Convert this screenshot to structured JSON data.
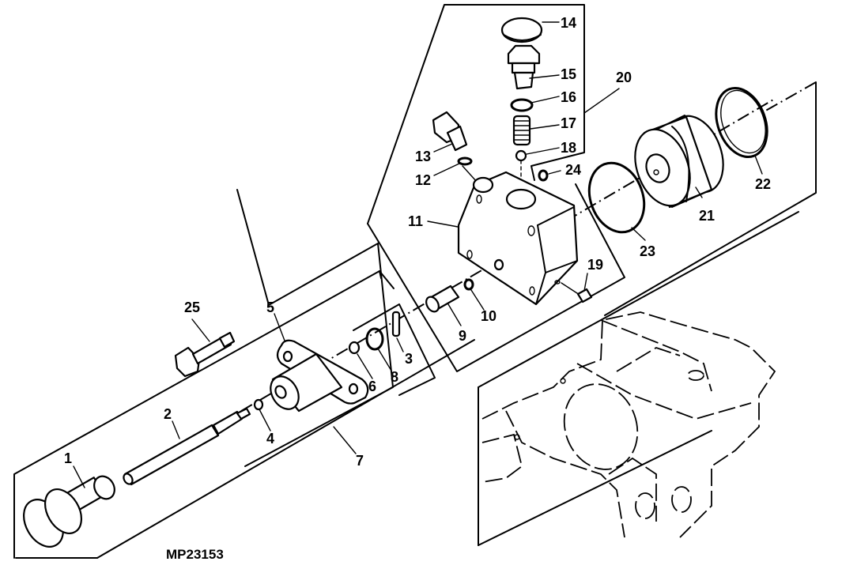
{
  "figure": {
    "id_label": "MP23153",
    "type": "exploded parts diagram"
  },
  "callouts": [
    {
      "number": "1",
      "part": "knob"
    },
    {
      "number": "2",
      "part": "shaft"
    },
    {
      "number": "3",
      "part": "pin"
    },
    {
      "number": "4",
      "part": "o-ring"
    },
    {
      "number": "5",
      "part": "flanged housing"
    },
    {
      "number": "6",
      "part": "washer"
    },
    {
      "number": "7",
      "part": "housing assembly (bracket)"
    },
    {
      "number": "8",
      "part": "o-ring"
    },
    {
      "number": "9",
      "part": "plug"
    },
    {
      "number": "10",
      "part": "o-ring"
    },
    {
      "number": "11",
      "part": "valve body"
    },
    {
      "number": "12",
      "part": "o-ring"
    },
    {
      "number": "13",
      "part": "fitting"
    },
    {
      "number": "14",
      "part": "cap"
    },
    {
      "number": "15",
      "part": "plug"
    },
    {
      "number": "16",
      "part": "o-ring"
    },
    {
      "number": "17",
      "part": "spring"
    },
    {
      "number": "18",
      "part": "ball"
    },
    {
      "number": "19",
      "part": "set screw"
    },
    {
      "number": "20",
      "part": "valve assembly (bracket)"
    },
    {
      "number": "21",
      "part": "filter"
    },
    {
      "number": "22",
      "part": "seal ring"
    },
    {
      "number": "23",
      "part": "o-ring"
    },
    {
      "number": "24",
      "part": "o-ring"
    },
    {
      "number": "25",
      "part": "cap screw"
    }
  ]
}
